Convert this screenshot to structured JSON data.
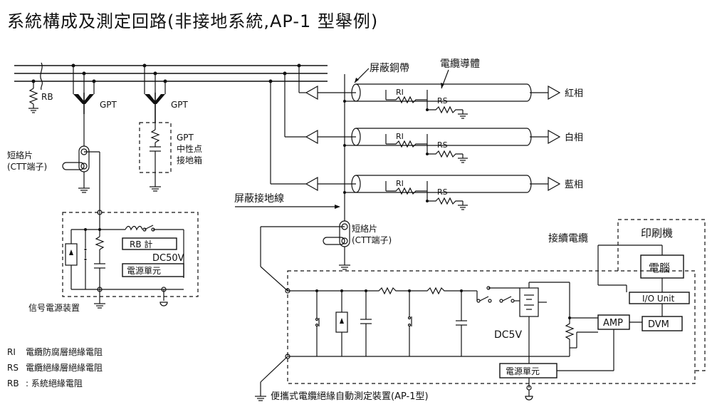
{
  "title": "系統構成及測定回路(非接地系統,AP-1 型舉例)",
  "labels": {
    "rb_left": "RB",
    "gpt1": "GPT",
    "gpt2": "GPT",
    "gpt_box_l1": "GPT",
    "gpt_box_l2": "中性点",
    "gpt_box_l3": "接地箱",
    "short_piece_l1": "短絡片",
    "short_piece_l2": "(CTT端子)",
    "rb_meter": "RB 計",
    "dc50v": "DC50V",
    "power_unit_left": "電源單元",
    "signal_power": "信号電源装置",
    "shield_tape": "屏蔽銅帶",
    "conductor": "電纜導體",
    "red_phase": "紅相",
    "white_phase": "白相",
    "blue_phase": "藍相",
    "ri": "RI",
    "rs": "RS",
    "shield_ground": "屏蔽接地線",
    "short_piece2_l1": "短絡片",
    "short_piece2_l2": "(CTT端子)",
    "connect_cable": "接續電纜",
    "printer": "印刷機",
    "computer": "電腦",
    "io_unit": "I/O Unit",
    "amp": "AMP",
    "dvm": "DVM",
    "dc5v": "DC5V",
    "power_unit_right": "電源單元",
    "device_name": "便攜式電纜絕緣自動測定裝置(AP-1型)"
  },
  "legend": [
    {
      "sym": "RI",
      "desc": "電纜防腐層絕緣電阻"
    },
    {
      "sym": "RS",
      "desc": "電纜絕緣層絕緣電阻"
    },
    {
      "sym": "RB",
      "desc": ": 系統絕緣電阻"
    }
  ]
}
